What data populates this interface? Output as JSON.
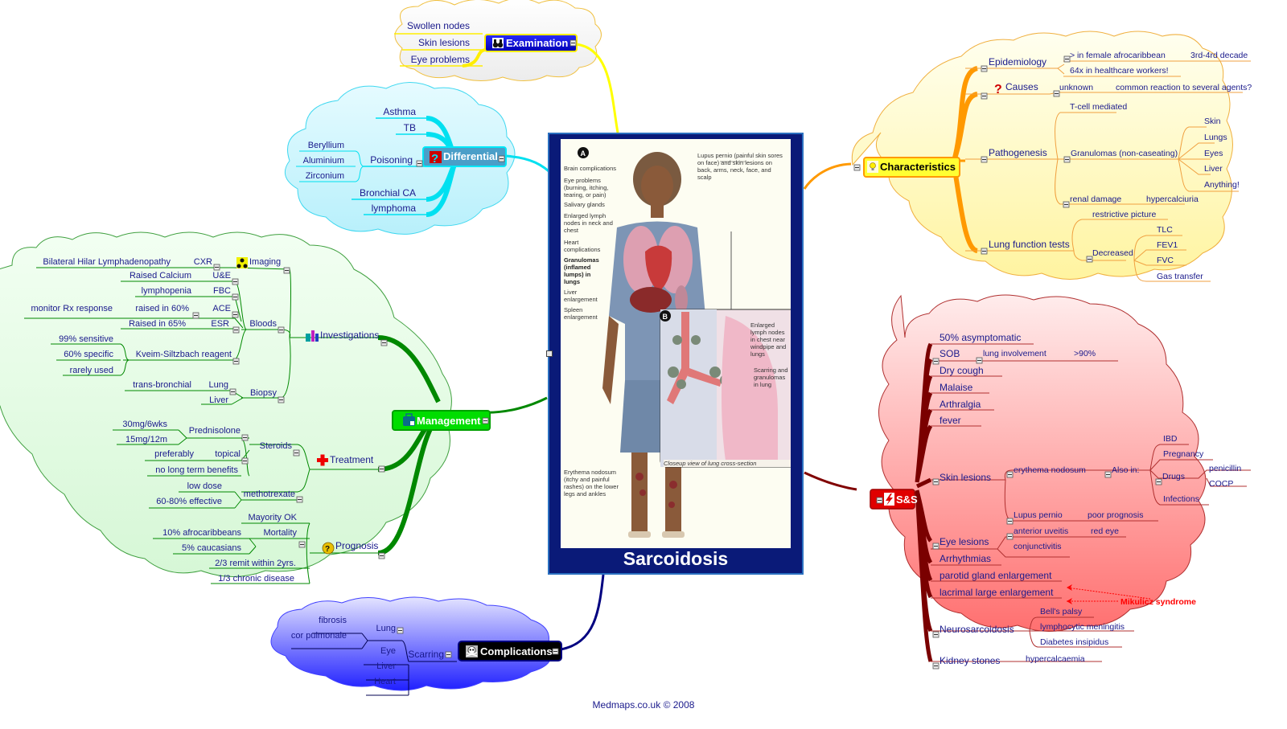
{
  "central": {
    "title": "Sarcoidosis",
    "illustration": {
      "panel_a_marker": "A",
      "panel_b_marker": "B",
      "labels_left": [
        "Brain complications",
        "Eye problems (burning, itching, tearing, or pain)",
        "Salivary glands",
        "Enlarged lymph nodes in neck and chest",
        "Heart complications",
        "Granulomas (inflamed lumps) in lungs",
        "Liver enlargement",
        "Spleen enlargement",
        "Erythema nodosum (itchy and painful rashes) on the lower legs and ankles"
      ],
      "label_top_right": "Lupus pernio (painful skin sores on face) and skin lesions on back, arms, neck, face, and scalp",
      "labels_inset": [
        "Enlarged lymph nodes in chest near windpipe and lungs",
        "Scarring and granulomas in lung"
      ],
      "inset_caption": "Closeup view of lung cross-section"
    }
  },
  "colors": {
    "examination": "#0000cc",
    "differential": "#1ec8e0",
    "management": "#00cc00",
    "complications": "#000000",
    "characteristics": "#ffff33",
    "ss": "#e00000",
    "text": "#1a1a8c",
    "mikulicz": "#ff0000"
  },
  "branches": {
    "examination": {
      "label": "Examination",
      "icon": "binoculars-icon",
      "children": [
        "Swollen nodes",
        "Skin lesions",
        "Eye problems"
      ]
    },
    "differential": {
      "label": "Differential",
      "icon": "question-icon",
      "children": {
        "asthma": "Asthma",
        "tb": "TB",
        "poisoning": {
          "label": "Poisoning",
          "children": [
            "Beryllium",
            "Aluminium",
            "Zirconium"
          ]
        },
        "bronchial_ca": "Bronchial CA",
        "lymphoma": "lymphoma"
      }
    },
    "management": {
      "label": "Management",
      "icon": "medical-bag-icon",
      "investigations": {
        "label": "Investigations",
        "imaging": {
          "label": "Imaging",
          "cxr": "CXR",
          "cxr_finding": "Bilateral Hilar Lymphadenopathy"
        },
        "bloods": {
          "label": "Bloods",
          "ue": "U&E",
          "ue_finding": "Raised Calcium",
          "fbc": "FBC",
          "fbc_finding": "lymphopenia",
          "ace": "ACE",
          "ace_finding": "raised in 60%",
          "ace_note": "monitor Rx response",
          "esr": "ESR",
          "esr_finding": "Raised in 65%",
          "kveim": "Kveim-Siltzbach reagent",
          "kveim_notes": [
            "99% sensitive",
            "60% specific",
            "rarely used"
          ]
        },
        "biopsy": {
          "label": "Biopsy",
          "lung": "Lung",
          "lung_note": "trans-bronchial",
          "liver": "Liver"
        }
      },
      "treatment": {
        "label": "Treatment",
        "steroids": {
          "label": "Steroids",
          "prednisolone": "Prednisolone",
          "pred_doses": [
            "30mg/6wks",
            "15mg/12m"
          ],
          "topical": "topical",
          "topical_note": "preferably",
          "no_benefit": "no long term benefits"
        },
        "methotrexate": {
          "label": "methotrexate",
          "notes": [
            "low dose",
            "60-80% effective"
          ]
        }
      },
      "prognosis": {
        "label": "Prognosis",
        "majority": "Mayority OK",
        "mortality": {
          "label": "Mortality",
          "notes": [
            "10% afrocaribbeans",
            "5% caucasians"
          ]
        },
        "remit": "2/3 remit within 2yrs.",
        "chronic": "1/3 chronic disease"
      }
    },
    "complications": {
      "label": "Complications",
      "icon": "skull-icon",
      "scarring": {
        "label": "Scarring",
        "lung": {
          "label": "Lung",
          "children": [
            "fibrosis",
            "cor pulmonale"
          ]
        },
        "others": [
          "Eye",
          "Liver",
          "Heart"
        ]
      }
    },
    "characteristics": {
      "label": "Characteristics",
      "icon": "lightbulb-icon",
      "epidemiology": {
        "label": "Epidemiology",
        "female": "> in female afrocaribbean",
        "decade": "3rd-4rd decade",
        "healthcare": "64x in healthcare workers!"
      },
      "causes": {
        "label": "Causes",
        "unknown": "unknown",
        "reaction": "common reaction to several agents?"
      },
      "pathogenesis": {
        "label": "Pathogenesis",
        "tcell": "T-cell mediated",
        "granulomas": "Granulomas (non-caseating)",
        "sites": [
          "Skin",
          "Lungs",
          "Eyes",
          "Liver",
          "Anything!"
        ],
        "renal": "renal damage",
        "hypercalciuria": "hypercalciuria"
      },
      "lft": {
        "label": "Lung function tests",
        "restrictive": "restrictive picture",
        "decreased": "Decreased",
        "measures": [
          "TLC",
          "FEV1",
          "FVC",
          "Gas transfer"
        ]
      }
    },
    "ss": {
      "label": "S&S",
      "icon": "lightning-icon",
      "asymptomatic": "50% asymptomatic",
      "sob": "SOB",
      "lung_inv": "lung involvement",
      "lung_pct": ">90%",
      "dry_cough": "Dry cough",
      "malaise": "Malaise",
      "arthralgia": "Arthralgia",
      "fever": "fever",
      "skin": {
        "label": "Skin lesions",
        "en": "erythema nodosum",
        "also_in": "Also in:",
        "also": {
          "ibd": "IBD",
          "pregnancy": "Pregnancy",
          "drugs": "Drugs",
          "drug_list": [
            "penicillin",
            "COCP"
          ],
          "infections": "Infections"
        },
        "lupus": "Lupus pernio",
        "poor": "poor prognosis"
      },
      "eye": {
        "label": "Eye lesions",
        "uveitis": "anterior uveitis",
        "red": "red eye",
        "conj": "conjunctivitis"
      },
      "arrhythmias": "Arrhythmias",
      "parotid": "parotid gland enlargement",
      "lacrimal": "lacrimal large enlargement",
      "mikulicz": "Mikulicz syndrome",
      "neuro": {
        "label": "Neurosarcoidosis",
        "children": [
          "Bell's palsy",
          "lymphocytic meningitis",
          "Diabetes insipidus"
        ]
      },
      "kidney": {
        "label": "Kidney stones",
        "note": "hypercalcaemia"
      }
    }
  },
  "footer": "Medmaps.co.uk © 2008"
}
